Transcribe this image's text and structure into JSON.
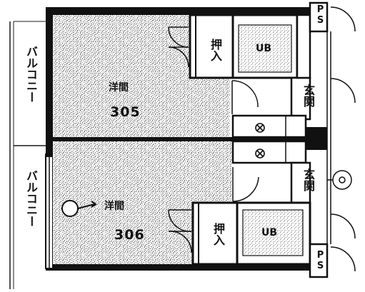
{
  "units": [
    {
      "number": "305",
      "room_type": "洋間",
      "balcony": "バルコニー",
      "closet": "押入",
      "bath": "UB",
      "entrance": "玄関",
      "pipe_space": "PS"
    },
    {
      "number": "306",
      "room_type": "洋間",
      "balcony": "バルコニー",
      "closet": "押入",
      "bath": "UB",
      "entrance": "玄関",
      "pipe_space": "PS"
    }
  ],
  "colors": {
    "wall": "#111111",
    "line": "#1a1a1a",
    "floor_speckle": "#8a8a8a",
    "background": "#ffffff"
  },
  "icons": [
    "exhaust-fan-icon",
    "air-conditioner-symbol-icon",
    "door-swing-icon",
    "meter-symbol-icon"
  ]
}
